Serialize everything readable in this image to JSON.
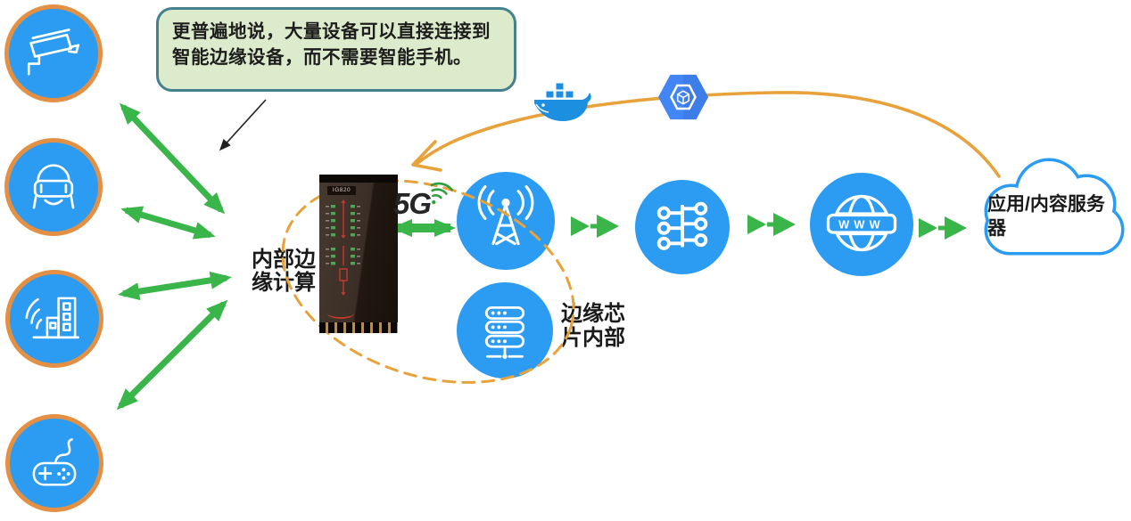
{
  "callout": {
    "text": "更普遍地说，大量设备可以直接连接到智能边缘设备，而不需要智能手机。"
  },
  "sources": {
    "items": [
      {
        "name": "surveillance-camera"
      },
      {
        "name": "vr-headset"
      },
      {
        "name": "iot-smart-building"
      },
      {
        "name": "game-console"
      }
    ]
  },
  "gateway": {
    "label": "内部边缘计算",
    "model": "IG820"
  },
  "edge": {
    "five_g_label": "5G",
    "chip_label": "边缘芯片内部"
  },
  "internet": {
    "www_label": "WWW"
  },
  "cloud": {
    "label": "应用/内容服务器"
  },
  "platform_icons": [
    {
      "name": "docker-whale"
    },
    {
      "name": "kubernetes-engine-hexagon"
    }
  ],
  "colors": {
    "node_blue": "#2b9cf2",
    "ring_orange": "#e39044",
    "arrow_green": "#3ab54a",
    "curve_orange": "#e8a23c",
    "callout_bg": "#dcebcb",
    "callout_border": "#44808e",
    "cloud_stroke": "#2b9cf2",
    "led_green": "#3fae4c"
  }
}
